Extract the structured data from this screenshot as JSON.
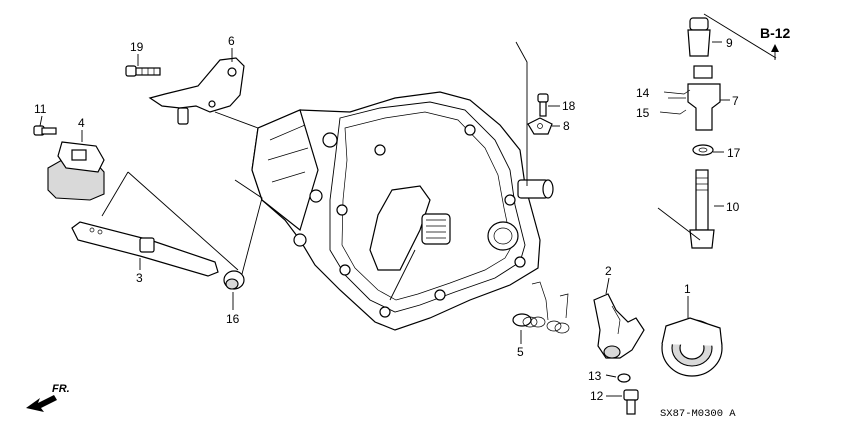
{
  "callouts": {
    "c1": "1",
    "c2": "2",
    "c3": "3",
    "c4": "4",
    "c5": "5",
    "c6": "6",
    "c7": "7",
    "c8": "8",
    "c9": "9",
    "c10": "10",
    "c11": "11",
    "c12": "12",
    "c13": "13",
    "c14": "14",
    "c15": "15",
    "c16": "16",
    "c17": "17",
    "c18": "18",
    "c19": "19"
  },
  "reference_label": "B-12",
  "front_label": "FR.",
  "diagram_code": "SX87-M0300 A"
}
